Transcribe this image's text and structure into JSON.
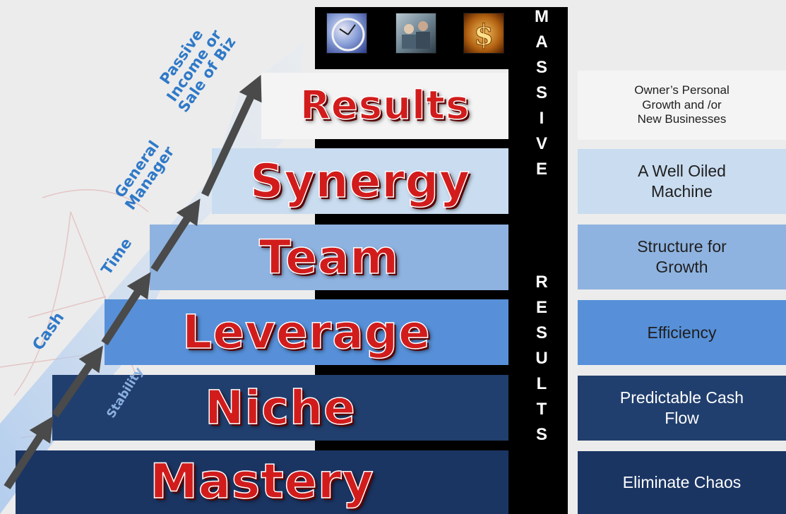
{
  "steps": [
    {
      "label": "Results"
    },
    {
      "label": "Synergy"
    },
    {
      "label": "Team"
    },
    {
      "label": "Leverage"
    },
    {
      "label": "Niche"
    },
    {
      "label": "Mastery"
    }
  ],
  "vertical_text": {
    "massive": [
      "M",
      "A",
      "S",
      "S",
      "I",
      "V",
      "E"
    ],
    "results": [
      "R",
      "E",
      "S",
      "U",
      "L",
      "T",
      "S"
    ]
  },
  "outcomes": [
    {
      "lines": [
        "Owner’s Personal",
        "Growth and /or",
        "New Businesses"
      ]
    },
    {
      "lines": [
        "A Well Oiled",
        "Machine"
      ]
    },
    {
      "lines": [
        "Structure for",
        "Growth"
      ]
    },
    {
      "lines": [
        "Efficiency"
      ]
    },
    {
      "lines": [
        "Predictable Cash",
        "Flow"
      ]
    },
    {
      "lines": [
        "Eliminate Chaos"
      ]
    }
  ],
  "arrow_labels": {
    "stability": "Stability",
    "cash": "Cash",
    "time": "Time",
    "general_manager": [
      "General",
      "Manager"
    ],
    "passive": [
      "Passive",
      "Income or",
      "Sale of Biz"
    ]
  },
  "images": [
    "clock-image",
    "meeting-image",
    "dollar-image"
  ],
  "colors": {
    "title_red": "#d21c1c",
    "arrow_gray": "#4a4a4a",
    "label_blue": "#2f79c8",
    "band_results": "#f4f4f4",
    "band_synergy": "#c9dcf0",
    "band_team": "#8fb3e0",
    "band_leverage": "#5790d9",
    "band_niche": "#213f6e",
    "band_mastery": "#1b3563"
  }
}
